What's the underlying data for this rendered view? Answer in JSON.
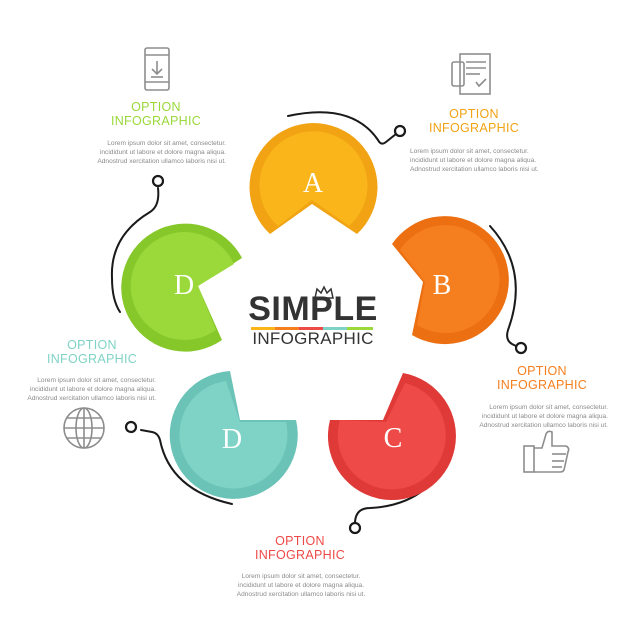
{
  "brand": {
    "line1": "SIMPLE",
    "line2": "INFOGRAPHIC"
  },
  "colors": {
    "a": "#f9b51a",
    "a_dark": "#f2a313",
    "b": "#f57f1e",
    "b_dark": "#ec6f12",
    "c": "#ee4a47",
    "c_dark": "#df3a38",
    "d_green": "#9bd83a",
    "d_green_dark": "#86c82a",
    "d_teal": "#7fd3c6",
    "d_teal_dark": "#6ac3b6",
    "line": "#1a1a1a",
    "icon": "#8d8d8d"
  },
  "pies": [
    {
      "letter": "A"
    },
    {
      "letter": "B"
    },
    {
      "letter": "C"
    },
    {
      "letter": "D"
    },
    {
      "letter": "D"
    }
  ],
  "options": [
    {
      "title1": "OPTION",
      "title2": "INFOGRAPHIC",
      "icon": "smartphone-download-icon",
      "body": [
        "Lorem ipsum dolor sit amet, consectetur.",
        "incididunt ut labore et dolore magna aliqua.",
        "Adnostrud xercitation ullamco laboris nisi ut."
      ]
    },
    {
      "title1": "OPTION",
      "title2": "INFOGRAPHIC",
      "icon": "document-printer-icon",
      "body": [
        "Lorem ipsum dolor sit amet, consectetur.",
        "incididunt ut labore et dolore magna aliqua.",
        "Adnostrud xercitation ullamco laboris nisi ut."
      ]
    },
    {
      "title1": "OPTION",
      "title2": "INFOGRAPHIC",
      "icon": "thumbs-up-icon",
      "body": [
        "Lorem ipsum dolor sit amet, consectetur.",
        "incididunt ut labore et dolore magna aliqua.",
        "Adnostrud xercitation ullamco laboris nisi ut."
      ]
    },
    {
      "title1": "OPTION",
      "title2": "INFOGRAPHIC",
      "icon": "",
      "body": [
        "Lorem ipsum dolor sit amet, consectetur.",
        "incididunt ut labore et dolore magna aliqua.",
        "Adnostrud xercitation ullamco laboris nisi ut."
      ]
    },
    {
      "title1": "OPTION",
      "title2": "INFOGRAPHIC",
      "icon": "globe-icon",
      "body": [
        "Lorem ipsum dolor sit amet, consectetur.",
        "incididunt ut labore et dolore magna aliqua.",
        "Adnostrud xercitation ullamco laboris nisi ut."
      ]
    }
  ]
}
